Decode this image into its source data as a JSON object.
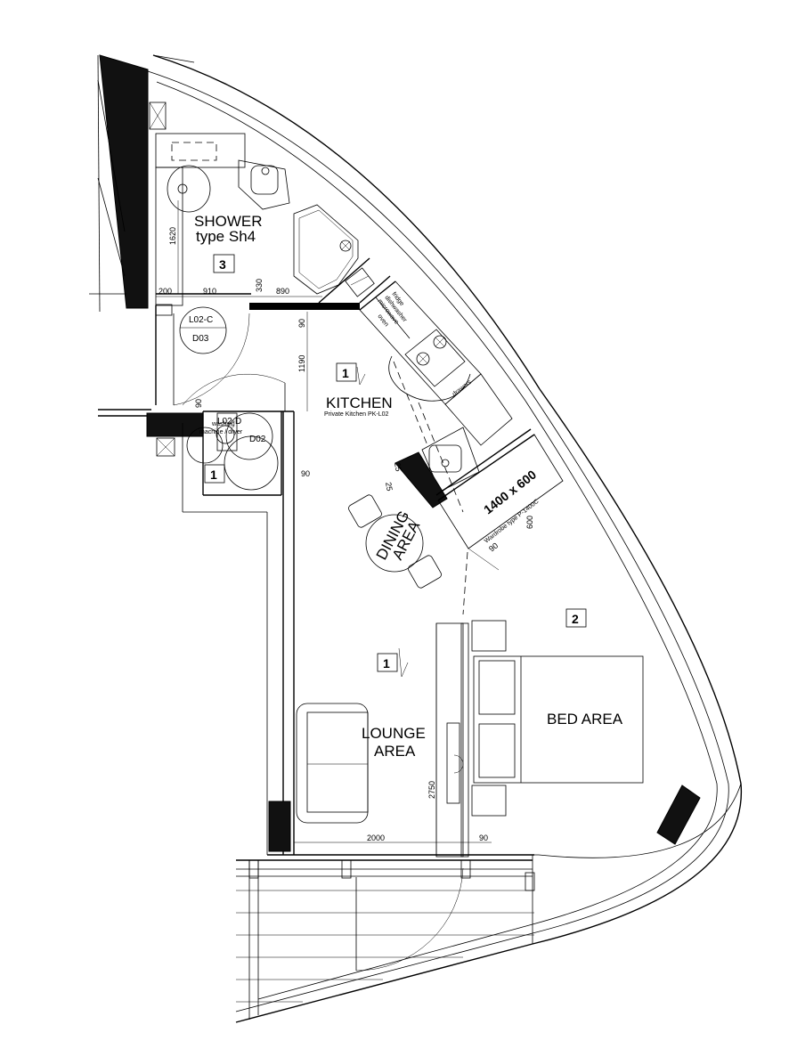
{
  "rooms": {
    "shower": "SHOWER",
    "shower_type": "type Sh4",
    "kitchen": "KITCHEN",
    "kitchen_type": "Private Kitchen PK-L02",
    "dining_1": "DINING",
    "dining_2": "AREA",
    "lounge_1": "LOUNGE",
    "lounge_2": "AREA",
    "bed": "BED AREA"
  },
  "tags": {
    "shower": "3",
    "kitchen": "1",
    "lounge": "1",
    "bed": "2",
    "laundry": "1"
  },
  "doors": {
    "d03": "D03",
    "d03_type": "L02-C",
    "d02": "D02",
    "d02_type": "L02-D"
  },
  "appliances": {
    "fridge": "fridge",
    "dishwasher": "dishwasher",
    "microwave": "microwave",
    "oven": "oven",
    "drawers": "drawers",
    "washing": "washing",
    "machine_dryer": "machine / dryer",
    "wardrobe_size": "1400 x 600",
    "wardrobe_type": "Wardrobe type P-1400C"
  },
  "dimensions": {
    "d1620": "1620",
    "d200": "200",
    "d910": "910",
    "d330": "330",
    "d890": "890",
    "d90_a": "90",
    "d1190": "1190",
    "d90_b": "90",
    "d90_c": "90",
    "d25_a": "25",
    "d25_b": "25",
    "d600": "600",
    "d90_d": "90",
    "d2750": "2750",
    "d2000": "2000",
    "d90_e": "90"
  },
  "icons": [
    "level-change-icon",
    "door-swing-icon",
    "sink-icon",
    "cooktop-icon",
    "toilet-icon",
    "chair-icon"
  ]
}
